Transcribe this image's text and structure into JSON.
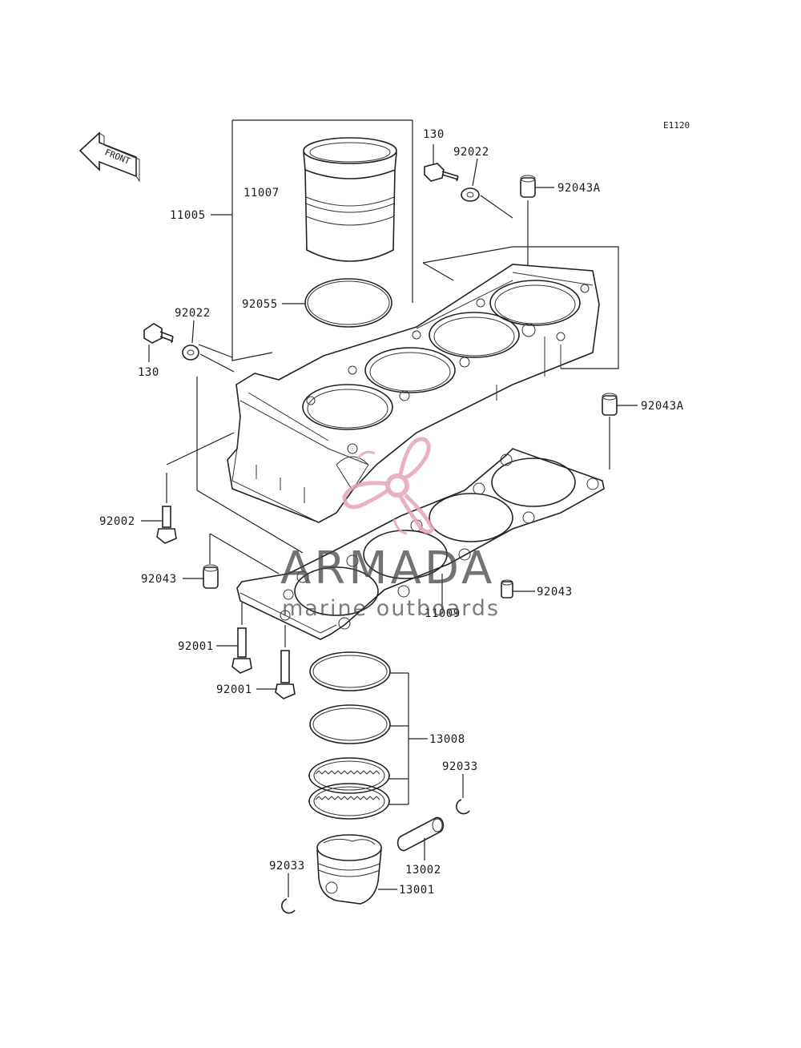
{
  "diagram": {
    "code": "E1120",
    "front_label": "FRONT",
    "labels": {
      "l11005": "11005",
      "l11007": "11007",
      "l130_top": "130",
      "l92022_top": "92022",
      "l92043A_top": "92043A",
      "l92055": "92055",
      "l92022_left": "92022",
      "l130_left": "130",
      "l92043A_right": "92043A",
      "l92002": "92002",
      "l92043_left": "92043",
      "l92043_right": "92043",
      "l11009": "11009",
      "l92001_a": "92001",
      "l92001_b": "92001",
      "l13008": "13008",
      "l92033_right": "92033",
      "l13002": "13002",
      "l92033_left": "92033",
      "l13001": "13001"
    }
  },
  "watermark": {
    "brand": "ARMADA",
    "tagline": "marine outboards",
    "logo_color": "#e6a3bd"
  }
}
